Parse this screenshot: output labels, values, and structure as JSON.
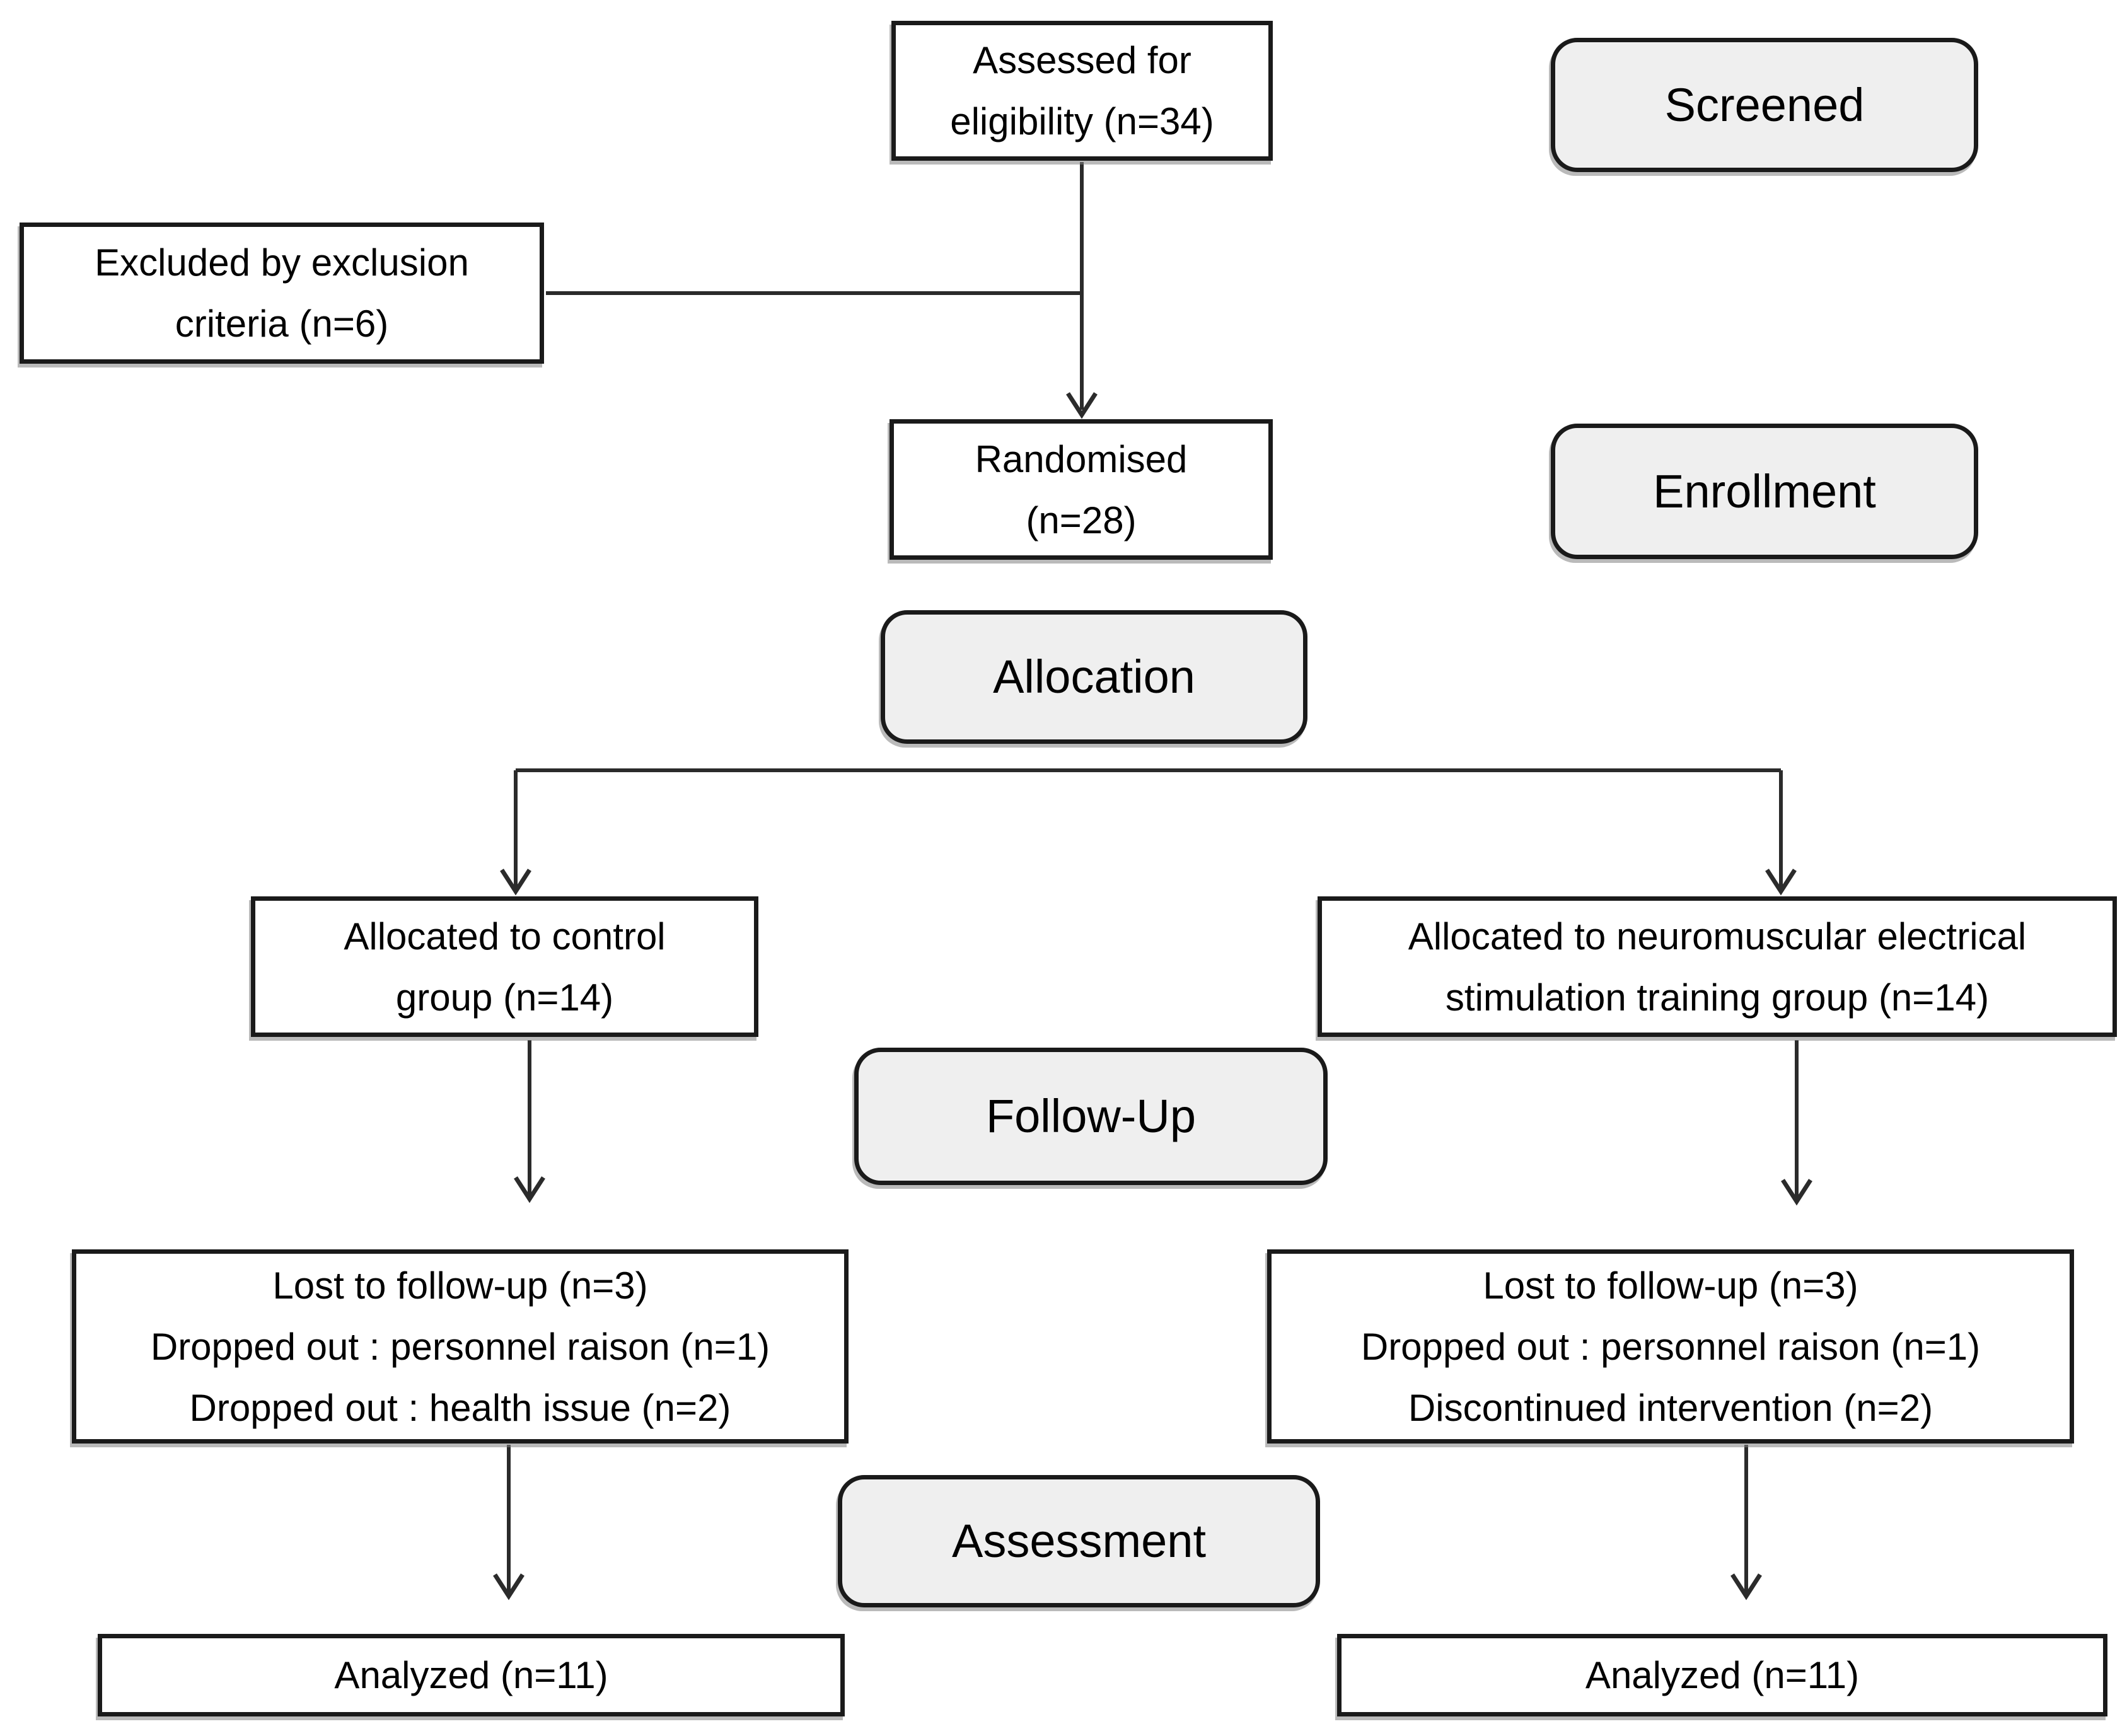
{
  "styles": {
    "stage_fill": "#efefef",
    "box_fill": "#ffffff",
    "border_color": "#1a1a1a",
    "line_color": "#2b2b2b",
    "text_color": "#000000"
  },
  "flowchart": {
    "boxes": {
      "assessed": "Assessed for\neligibility (n=34)",
      "excluded": "Excluded by exclusion\ncriteria (n=6)",
      "randomised": "Randomised\n(n=28)",
      "allocated_control": "Allocated  to control\ngroup (n=14)",
      "allocated_nmes": "Allocated to neuromuscular electrical\nstimulation training group (n=14)",
      "lost_control": "Lost to follow-up (n=3)\nDropped out : personnel raison (n=1)\nDropped out  : health issue (n=2)",
      "lost_nmes": "Lost  to follow-up (n=3)\nDropped out  : personnel raison (n=1)\nDiscontinued intervention (n=2)",
      "analyzed_control": "Analyzed (n=11)",
      "analyzed_nmes": "Analyzed (n=11)"
    },
    "stages": {
      "screened": "Screened",
      "enrollment": "Enrollment",
      "allocation": "Allocation",
      "followup": "Follow-Up",
      "assessment": "Assessment"
    }
  }
}
